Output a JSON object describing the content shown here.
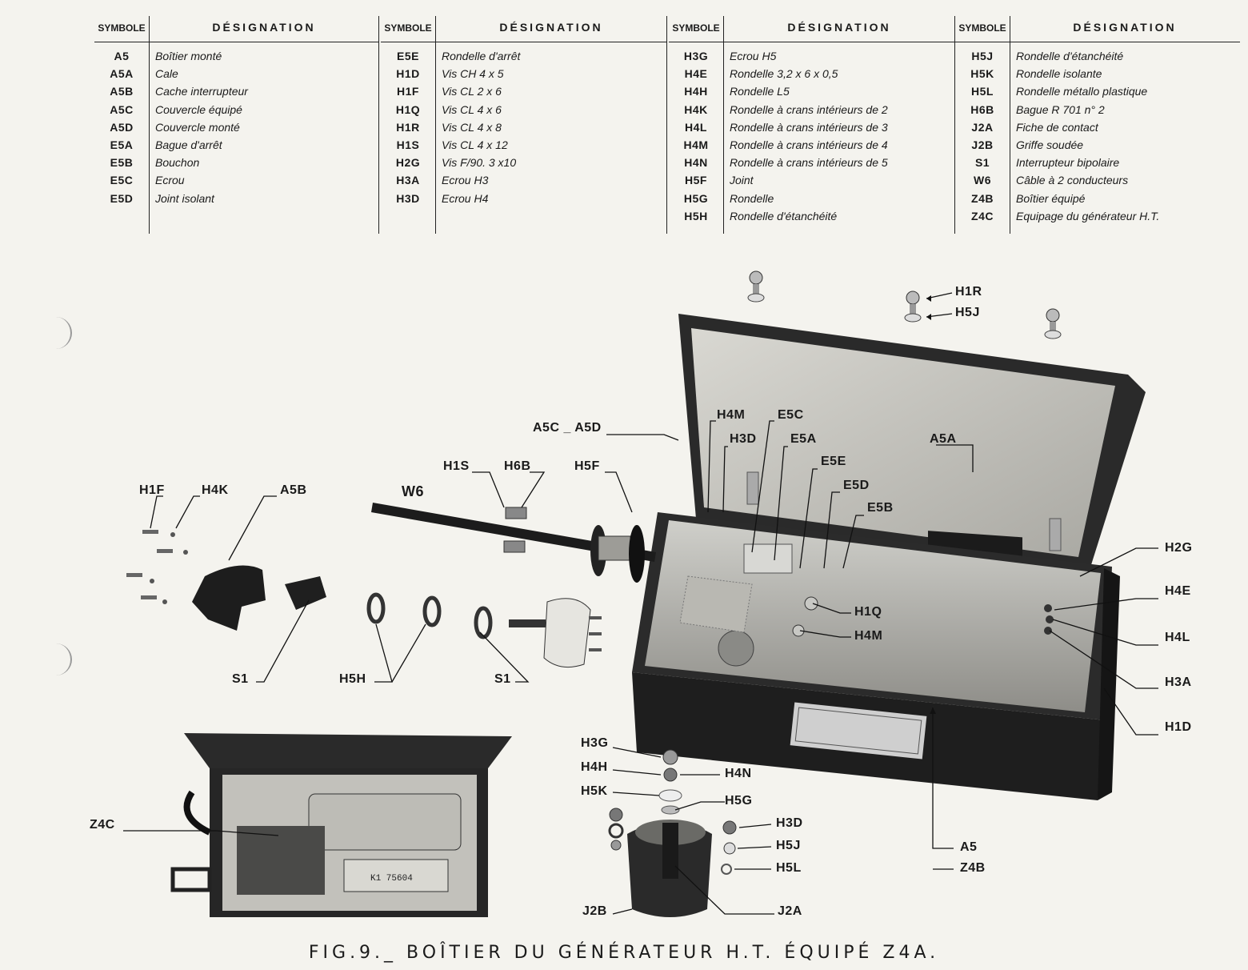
{
  "table": {
    "header_symbol": "SYMBOLE",
    "header_designation": "DÉSIGNATION",
    "columns": [
      {
        "rows": [
          {
            "sym": "A5",
            "des": "Boîtier monté"
          },
          {
            "sym": "A5A",
            "des": "Cale"
          },
          {
            "sym": "A5B",
            "des": "Cache interrupteur"
          },
          {
            "sym": "A5C",
            "des": "Couvercle équipé"
          },
          {
            "sym": "A5D",
            "des": "Couvercle monté"
          },
          {
            "sym": "E5A",
            "des": "Bague d'arrêt"
          },
          {
            "sym": "E5B",
            "des": "Bouchon"
          },
          {
            "sym": "E5C",
            "des": "Ecrou"
          },
          {
            "sym": "E5D",
            "des": "Joint isolant"
          }
        ]
      },
      {
        "rows": [
          {
            "sym": "E5E",
            "des": "Rondelle d'arrêt"
          },
          {
            "sym": "H1D",
            "des": "Vis CH 4 x 5"
          },
          {
            "sym": "H1F",
            "des": "Vis CL 2 x 6"
          },
          {
            "sym": "H1Q",
            "des": "Vis CL 4 x 6"
          },
          {
            "sym": "H1R",
            "des": "Vis CL 4 x 8"
          },
          {
            "sym": "H1S",
            "des": "Vis CL 4 x 12"
          },
          {
            "sym": "H2G",
            "des": "Vis F/90. 3 x10"
          },
          {
            "sym": "H3A",
            "des": "Ecrou H3"
          },
          {
            "sym": "H3D",
            "des": "Ecrou H4"
          }
        ]
      },
      {
        "rows": [
          {
            "sym": "H3G",
            "des": "Ecrou H5"
          },
          {
            "sym": "H4E",
            "des": "Rondelle 3,2 x 6 x 0,5"
          },
          {
            "sym": "H4H",
            "des": "Rondelle L5"
          },
          {
            "sym": "H4K",
            "des": "Rondelle à crans intérieurs de 2"
          },
          {
            "sym": "H4L",
            "des": "Rondelle à crans intérieurs de 3"
          },
          {
            "sym": "H4M",
            "des": "Rondelle à crans intérieurs de 4"
          },
          {
            "sym": "H4N",
            "des": "Rondelle à crans intérieurs de 5"
          },
          {
            "sym": "H5F",
            "des": "Joint"
          },
          {
            "sym": "H5G",
            "des": "Rondelle"
          },
          {
            "sym": "H5H",
            "des": "Rondelle d'étanchéité"
          }
        ]
      },
      {
        "rows": [
          {
            "sym": "H5J",
            "des": "Rondelle d'étanchéité"
          },
          {
            "sym": "H5K",
            "des": "Rondelle isolante"
          },
          {
            "sym": "H5L",
            "des": "Rondelle métallo plastique"
          },
          {
            "sym": "H6B",
            "des": "Bague R 701 n° 2"
          },
          {
            "sym": "J2A",
            "des": "Fiche de contact"
          },
          {
            "sym": "J2B",
            "des": "Griffe soudée"
          },
          {
            "sym": "S1",
            "des": "Interrupteur bipolaire"
          },
          {
            "sym": "W6",
            "des": "Câble à 2 conducteurs"
          },
          {
            "sym": "Z4B",
            "des": "Boîtier équipé"
          },
          {
            "sym": "Z4C",
            "des": "Equipage du générateur H.T."
          }
        ]
      }
    ]
  },
  "callouts": {
    "h1r": "H1R",
    "h5j_top": "H5J",
    "a5c_a5d": "A5C _ A5D",
    "h4m_top": "H4M",
    "e5c": "E5C",
    "h3d_top": "H3D",
    "e5a": "E5A",
    "e5e": "E5E",
    "e5d": "E5D",
    "e5b": "E5B",
    "a5a": "A5A",
    "h1s": "H1S",
    "h6b": "H6B",
    "h5f": "H5F",
    "w6": "W6",
    "h1f": "H1F",
    "h4k": "H4K",
    "a5b": "A5B",
    "h2g": "H2G",
    "h4e": "H4E",
    "h4l": "H4L",
    "h3a": "H3A",
    "h1d": "H1D",
    "h1q": "H1Q",
    "h4m_mid": "H4M",
    "s1_left": "S1",
    "h5h": "H5H",
    "s1_right": "S1",
    "z4c": "Z4C",
    "h3g": "H3G",
    "h4h": "H4H",
    "h5k": "H5K",
    "h4n": "H4N",
    "h5g": "H5G",
    "h3d_bot": "H3D",
    "h5j_bot": "H5J",
    "h5l": "H5L",
    "j2b": "J2B",
    "j2a": "J2A",
    "a5": "A5",
    "z4b": "Z4B",
    "part_marking": "K1 75604"
  },
  "caption": "FIG.9._ BOÎTIER DU GÉNÉRATEUR H.T. ÉQUIPÉ Z4A."
}
